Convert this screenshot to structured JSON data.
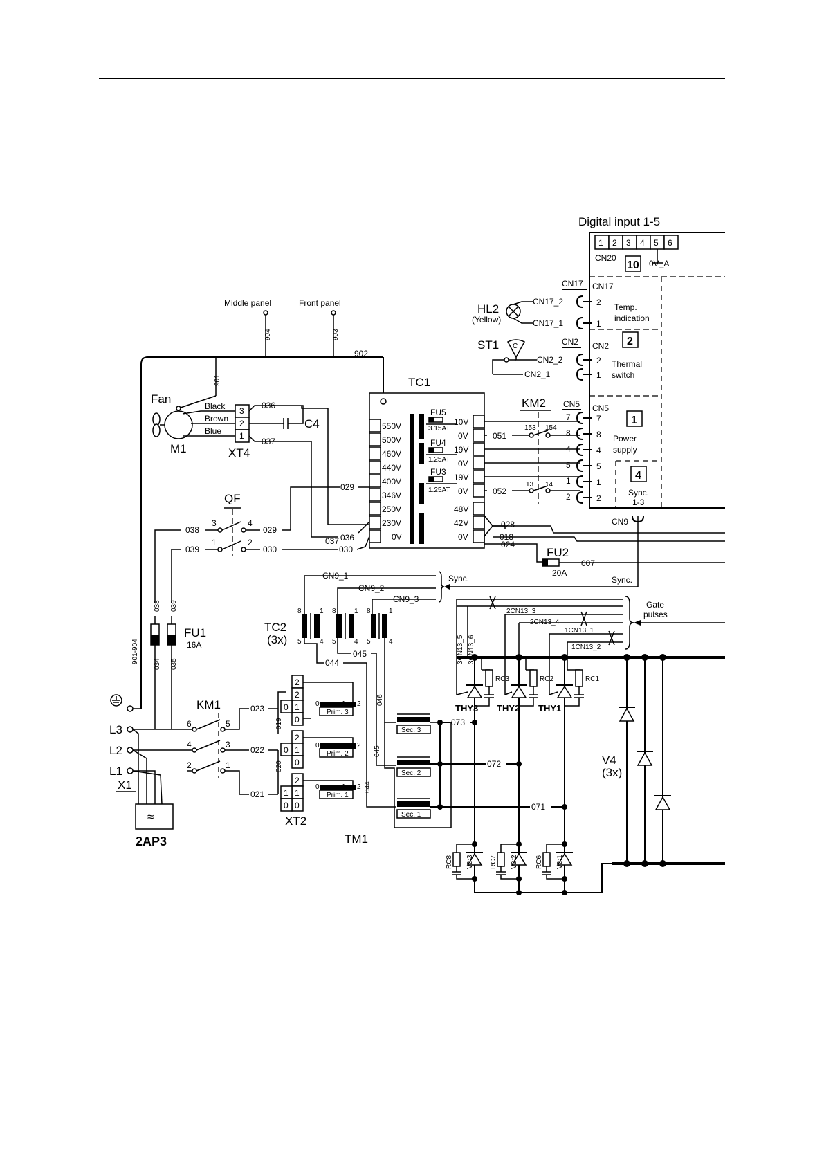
{
  "diagram": {
    "header": {
      "digital_input": "Digital input 1-5",
      "cn20": "CN20",
      "cn20_pins": [
        "1",
        "2",
        "3",
        "4",
        "5",
        "6"
      ],
      "block_10": "10",
      "zero_v_a": "0V_A"
    },
    "top": {
      "middle_panel": "Middle panel",
      "front_panel": "Front panel",
      "w904": "904",
      "w903": "903",
      "w902": "902",
      "w901": "901",
      "w901_904": "901-904"
    },
    "fan": {
      "title": "Fan",
      "m1": "M1",
      "xt4": "XT4",
      "black": "Black",
      "brown": "Brown",
      "blue": "Blue",
      "pins": [
        "3",
        "2",
        "1"
      ],
      "w036": "036",
      "w037": "037",
      "c4": "C4"
    },
    "tc1": {
      "title": "TC1",
      "taps": [
        "550V",
        "500V",
        "460V",
        "440V",
        "400V",
        "346V",
        "250V",
        "230V",
        "0V"
      ],
      "fu5": "FU5",
      "fu5_rating": "3.15AT",
      "fu4": "FU4",
      "fu4_rating": "1.25AT",
      "fu3": "FU3",
      "fu3_rating": "1.25AT",
      "sec": [
        "10V",
        "0V",
        "19V",
        "0V",
        "19V",
        "0V",
        "48V",
        "42V",
        "0V"
      ]
    },
    "qf": {
      "title": "QF",
      "w038": "038",
      "w039": "039",
      "w029": "029",
      "w030": "030",
      "w036": "036",
      "w037": "037",
      "p3": "3",
      "p4": "4",
      "p1": "1",
      "p2": "2"
    },
    "km2": {
      "title": "KM2",
      "c153": "153",
      "c154": "154",
      "c13": "13",
      "c14": "14",
      "w051": "051",
      "w052": "052"
    },
    "cn": {
      "cn17": "CN17",
      "cn17_2": "CN17_2",
      "cn17_1": "CN17_1",
      "cn2": "CN2",
      "cn2_2": "CN2_2",
      "cn2_1": "CN2_1",
      "cn5": "CN5",
      "cn9": "CN9",
      "cn5_pins": [
        "7",
        "8",
        "4",
        "5",
        "1",
        "2"
      ],
      "pin2": "2",
      "pin1": "1"
    },
    "blocks": {
      "temp1": "Temp.",
      "temp2": "indication",
      "b2": "2",
      "thermal1": "Thermal",
      "thermal2": "switch",
      "b1": "1",
      "power1": "Power",
      "power2": "supply",
      "b4": "4",
      "sync1": "Sync.",
      "sync2": "1-3"
    },
    "lamps": {
      "hl2": "HL2",
      "yellow": "(Yellow)",
      "st1": "ST1",
      "st1_sym": "C"
    },
    "wires": {
      "w028": "028",
      "w018": "018",
      "w024": "024",
      "w007": "007",
      "fu2": "FU2",
      "fu2_rating": "20A",
      "sync": "Sync.",
      "sync2": "Sync."
    },
    "tc2": {
      "title": "TC2",
      "count": "(3x)",
      "cn9_1": "CN9_1",
      "cn9_2": "CN9_2",
      "cn9_3": "CN9_3",
      "p8": "8",
      "p1": "1",
      "p5": "5",
      "p4": "4",
      "w044": "044",
      "w045": "045",
      "w046": "046"
    },
    "gate": {
      "title1": "Gate",
      "title2": "pulses",
      "c3_5": "3CN13_5",
      "c3_6": "3CN13_6",
      "c2_3": "2CN13_3",
      "c2_4": "2CN13_4",
      "c1_1": "1CN13_1",
      "c1_2": "1CN13_2"
    },
    "fu1": {
      "title": "FU1",
      "rating": "16A",
      "w038": "038",
      "w039": "039",
      "w034": "034",
      "w035": "035"
    },
    "mains": {
      "l3": "L3",
      "l2": "L2",
      "l1": "L1",
      "x1": "X1",
      "ap3": "2AP3",
      "ap3_sym": "≈"
    },
    "km1": {
      "title": "KM1",
      "p6": "6",
      "p5": "5",
      "p4": "4",
      "p3": "3",
      "p2": "2",
      "p1": "1",
      "w023": "023",
      "w022": "022",
      "w021": "021"
    },
    "xt2": {
      "title": "XT2",
      "w019": "019",
      "w020": "020",
      "terms": [
        "2",
        "1",
        "0",
        "2",
        "1",
        "0",
        "2",
        "1",
        "0"
      ]
    },
    "tm1": {
      "title": "TM1",
      "prim3": "Prim. 3",
      "prim2": "Prim. 2",
      "prim1": "Prim. 1",
      "sec3": "Sec. 3",
      "sec2": "Sec. 2",
      "sec1": "Sec. 1",
      "p0": "0",
      "p1": "1",
      "p2": "2",
      "w044": "044",
      "w045": "045",
      "w046": "046"
    },
    "thy": {
      "thy3": "THY3",
      "thy2": "THY2",
      "thy1": "THY1",
      "rc3": "RC3",
      "rc2": "RC2",
      "rc1": "RC1",
      "rc8": "RC8",
      "rc7": "RC7",
      "rc6": "RC6",
      "v23": "V2:3",
      "v22": "V2:2",
      "v21": "V2:1",
      "w073": "073",
      "w072": "072",
      "w071": "071"
    },
    "v4": {
      "title": "V4",
      "count": "(3x)"
    }
  }
}
